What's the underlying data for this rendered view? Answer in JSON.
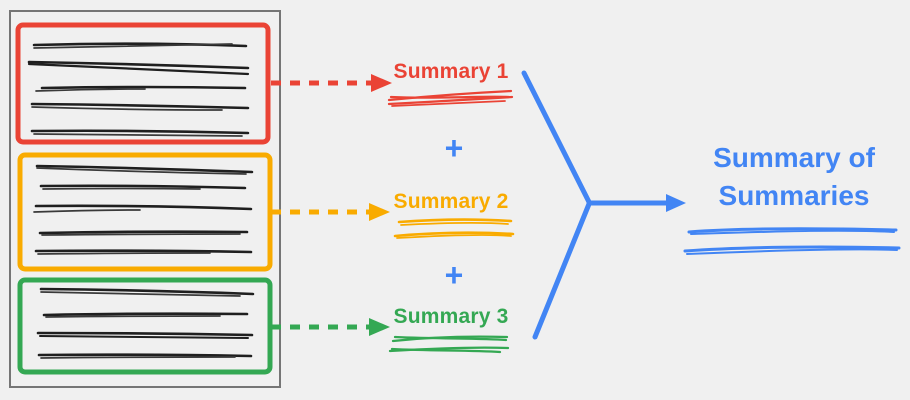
{
  "diagram": {
    "colors": {
      "red": "#EA4335",
      "orange": "#F9AB00",
      "green": "#34A853",
      "blue": "#4285F4",
      "ink": "#1F1F1F",
      "frame_gray": "#757575",
      "background": "#F0F0F0"
    },
    "document": {
      "chunks": [
        {
          "color": "red",
          "text_lines": 5
        },
        {
          "color": "orange",
          "text_lines": 5
        },
        {
          "color": "green",
          "text_lines": 4
        }
      ]
    },
    "summaries": [
      {
        "label": "Summary 1",
        "color": "#EA4335"
      },
      {
        "label": "Summary 2",
        "color": "#F9AB00"
      },
      {
        "label": "Summary 3",
        "color": "#34A853"
      }
    ],
    "operators": {
      "plus": "+"
    },
    "result": {
      "label": "Summary of Summaries",
      "color": "#4285F4"
    }
  }
}
